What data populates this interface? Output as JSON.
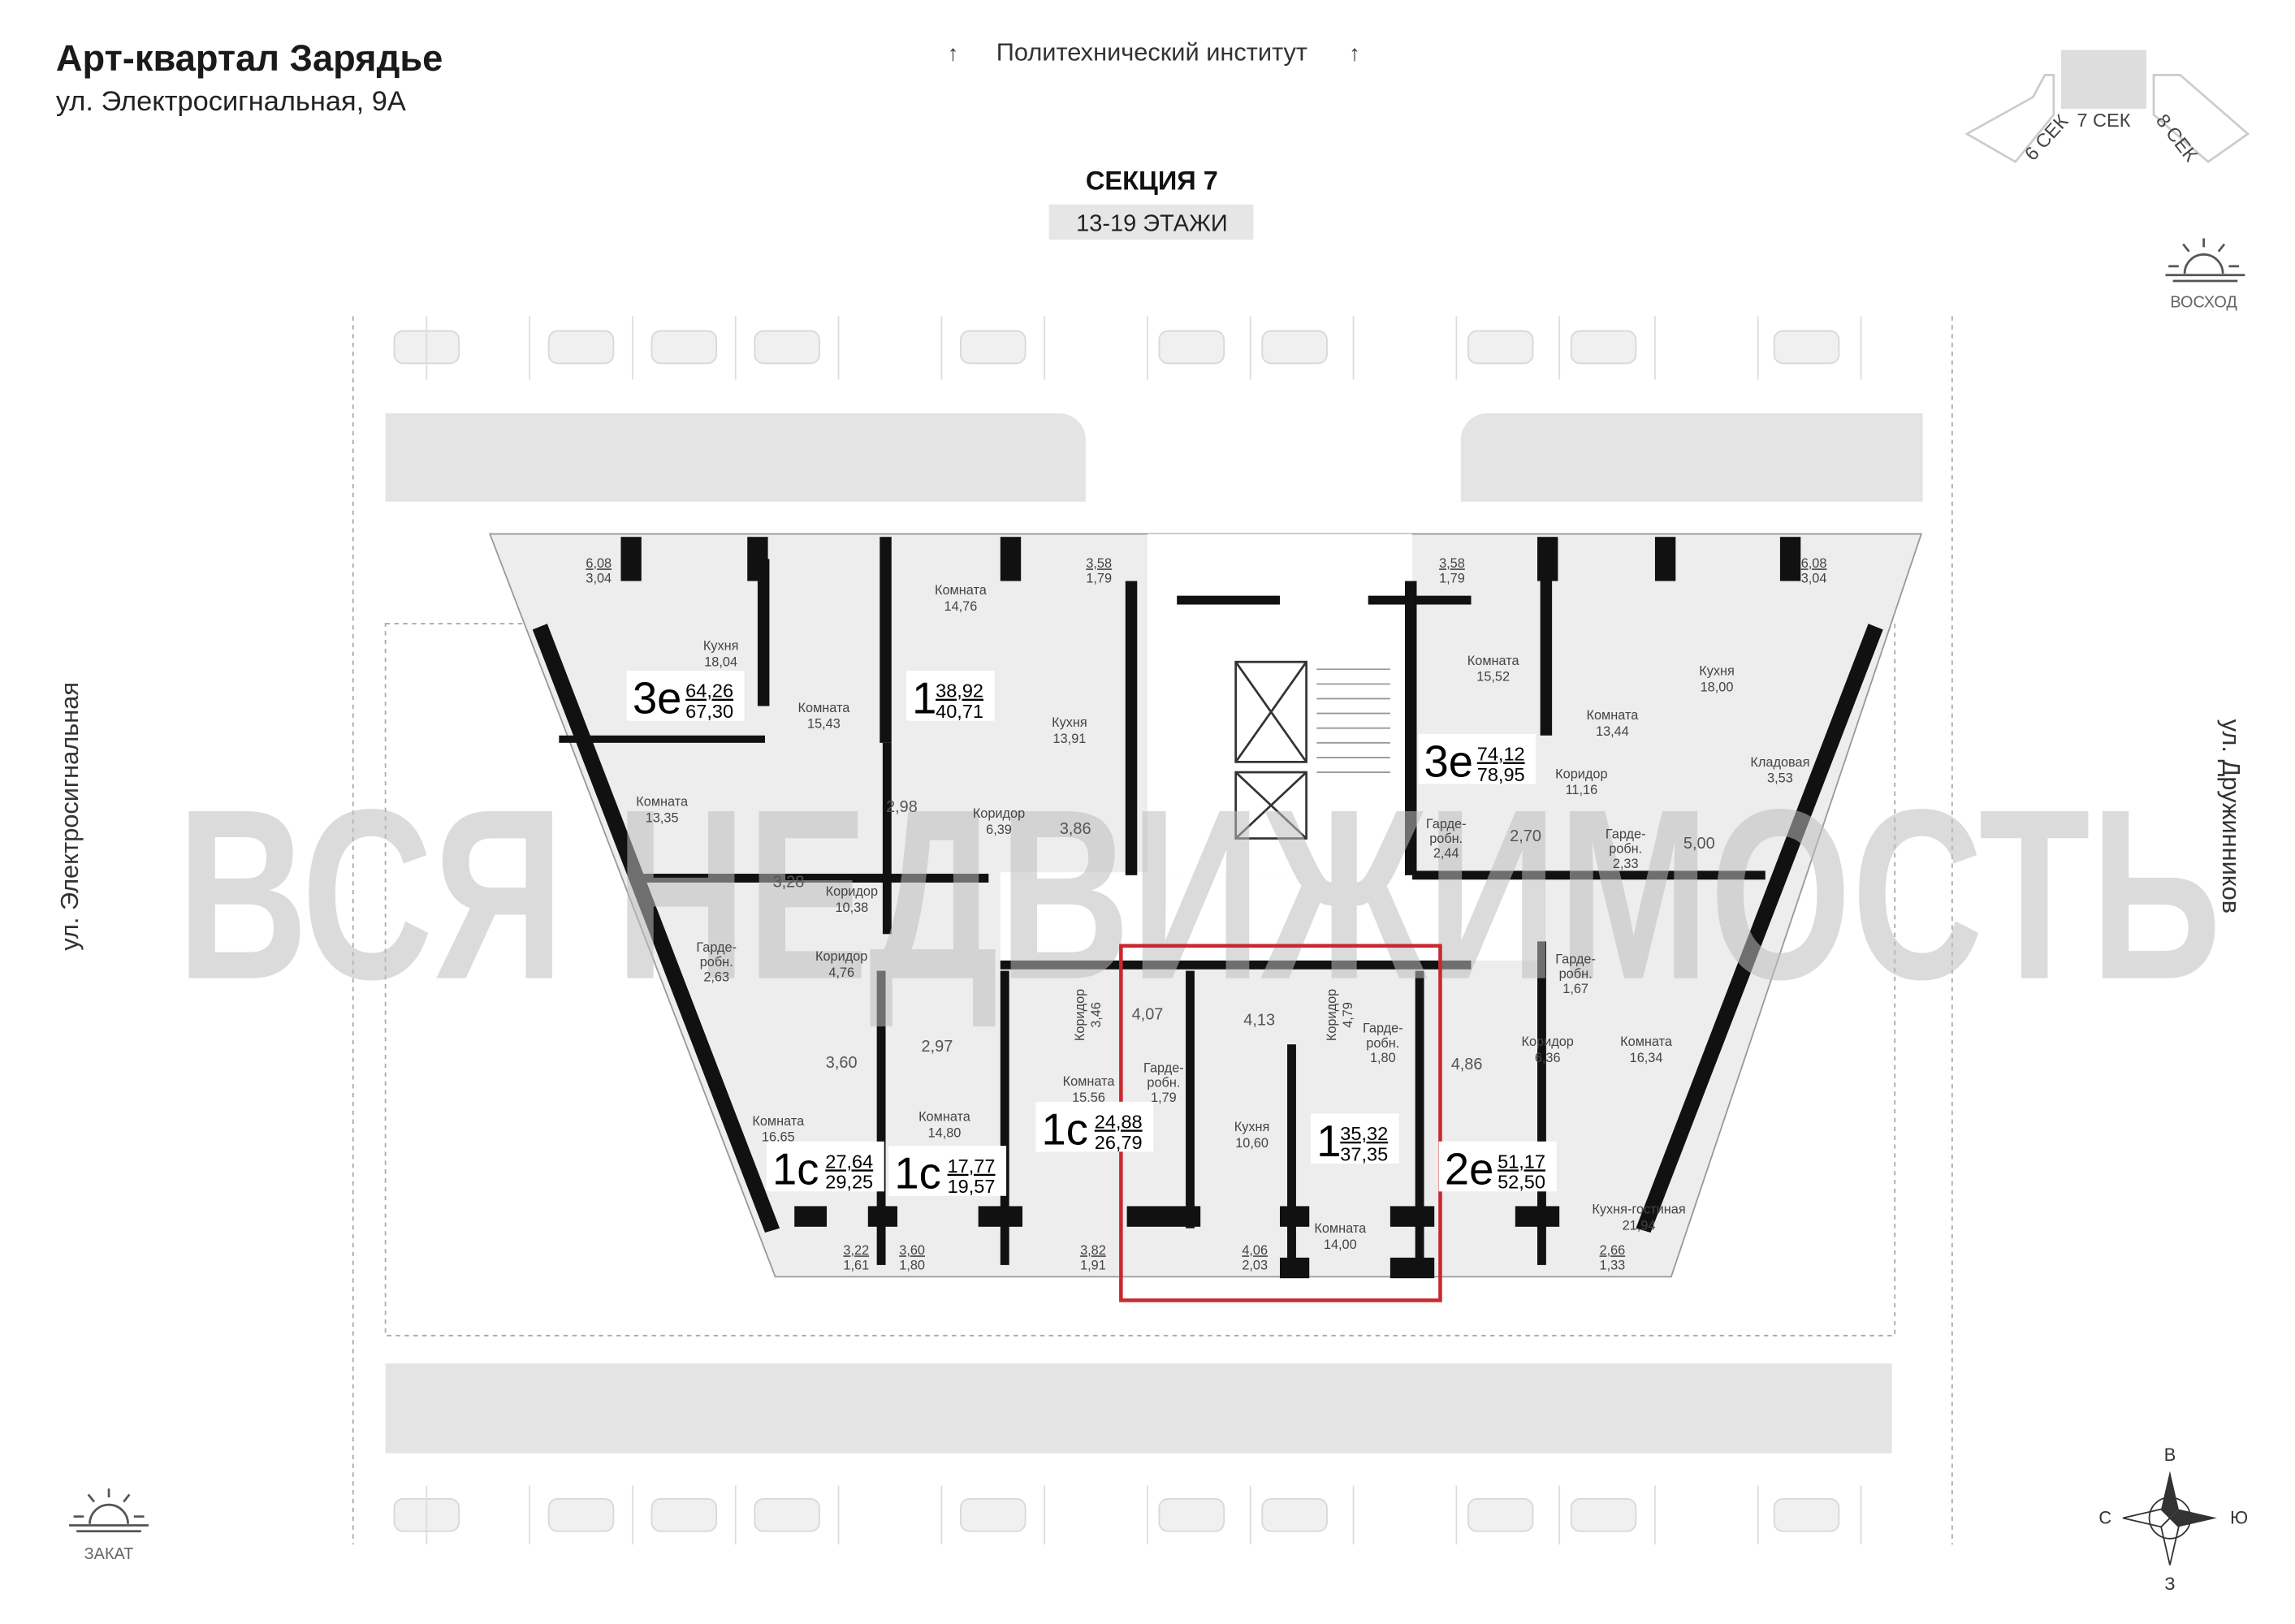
{
  "header": {
    "title": "Арт-квартал  Зарядье",
    "address": "ул. Электросигнальная, 9А",
    "north_landmark": "Политехнический институт",
    "section": "СЕКЦИЯ 7",
    "floors": "13-19 ЭТАЖИ"
  },
  "section_map": {
    "left": "6 СЕК",
    "center": "7 СЕК",
    "right": "8 СЕК"
  },
  "sun": {
    "sunrise": "ВОСХОД",
    "sunset": "ЗАКАТ"
  },
  "streets": {
    "left": "ул. Электросигнальная",
    "right": "ул. Дружинников"
  },
  "compass": {
    "top": "В",
    "left": "С",
    "right": "Ю",
    "bottom": "З"
  },
  "watermark": "ВСЯ НЕДВИЖИМОСТЬ",
  "colors": {
    "highlight": "#c8282e",
    "wall": "#111111",
    "floor": "#ededed",
    "parking": "#e4e4e4"
  },
  "apartments": [
    {
      "type": "3е",
      "living_area": "64,26",
      "total_area": "67,30"
    },
    {
      "type": "1",
      "living_area": "38,92",
      "total_area": "40,71"
    },
    {
      "type": "3е",
      "living_area": "74,12",
      "total_area": "78,95"
    },
    {
      "type": "1с",
      "living_area": "27,64",
      "total_area": "29,25"
    },
    {
      "type": "1с",
      "living_area": "17,77",
      "total_area": "19,57"
    },
    {
      "type": "1с",
      "living_area": "24,88",
      "total_area": "26,79"
    },
    {
      "type": "1",
      "living_area": "35,32",
      "total_area": "37,35",
      "highlighted": true
    },
    {
      "type": "2е",
      "living_area": "51,17",
      "total_area": "52,50"
    }
  ],
  "rooms": [
    {
      "name": "",
      "area": "3,04",
      "balcony": "6,08"
    },
    {
      "name": "Кухня",
      "area": "18,04"
    },
    {
      "name": "Комната",
      "area": "15,43"
    },
    {
      "name": "Комната",
      "area": "14,76"
    },
    {
      "name": "",
      "area": "1,79",
      "balcony": "3,58"
    },
    {
      "name": "Кухня",
      "area": "13,91"
    },
    {
      "name": "Комната",
      "area": "13,35"
    },
    {
      "name": "",
      "area": "2,98"
    },
    {
      "name": "Коридор",
      "area": "6,39"
    },
    {
      "name": "",
      "area": "3,86"
    },
    {
      "name": "",
      "area": "3,28"
    },
    {
      "name": "Коридор",
      "area": "10,38"
    },
    {
      "name": "Гарде-робн.",
      "area": "2,63"
    },
    {
      "name": "Коридор",
      "area": "4,76"
    },
    {
      "name": "",
      "area": "3,60"
    },
    {
      "name": "",
      "area": "2,97"
    },
    {
      "name": "Коридор",
      "area": "3,46"
    },
    {
      "name": "Комната",
      "area": "16,65"
    },
    {
      "name": "Комната",
      "area": "14,80"
    },
    {
      "name": "Комната",
      "area": "15,56"
    },
    {
      "name": "",
      "area": "1,61",
      "balcony": "3,22"
    },
    {
      "name": "",
      "area": "1,80",
      "balcony": "3,60"
    },
    {
      "name": "",
      "area": "1,91",
      "balcony": "3,82"
    },
    {
      "name": "",
      "area": "4,07"
    },
    {
      "name": "",
      "area": "4,13"
    },
    {
      "name": "Коридор",
      "area": "4,79"
    },
    {
      "name": "Гарде-робн.",
      "area": "1,79"
    },
    {
      "name": "Гарде-робн.",
      "area": "1,80"
    },
    {
      "name": "Кухня",
      "area": "10,60"
    },
    {
      "name": "Комната",
      "area": "14,00"
    },
    {
      "name": "",
      "area": "2,03",
      "balcony": "4,06"
    },
    {
      "name": "",
      "area": "4,86"
    },
    {
      "name": "Коридор",
      "area": "6,36"
    },
    {
      "name": "Гарде-робн.",
      "area": "1,67"
    },
    {
      "name": "Комната",
      "area": "16,34"
    },
    {
      "name": "Кухня-гостиная",
      "area": "21,94"
    },
    {
      "name": "",
      "area": "1,33",
      "balcony": "2,66"
    },
    {
      "name": "",
      "area": "1,79",
      "balcony": "3,58"
    },
    {
      "name": "Комната",
      "area": "15,52"
    },
    {
      "name": "Комната",
      "area": "13,44"
    },
    {
      "name": "Кухня",
      "area": "18,00"
    },
    {
      "name": "",
      "area": "3,04",
      "balcony": "6,08"
    },
    {
      "name": "Коридор",
      "area": "11,16"
    },
    {
      "name": "Кладовая",
      "area": "3,53"
    },
    {
      "name": "Гарде-робн.",
      "area": "2,44"
    },
    {
      "name": "",
      "area": "2,70"
    },
    {
      "name": "Гарде-робн.",
      "area": "2,33"
    },
    {
      "name": "",
      "area": "5,00"
    }
  ]
}
